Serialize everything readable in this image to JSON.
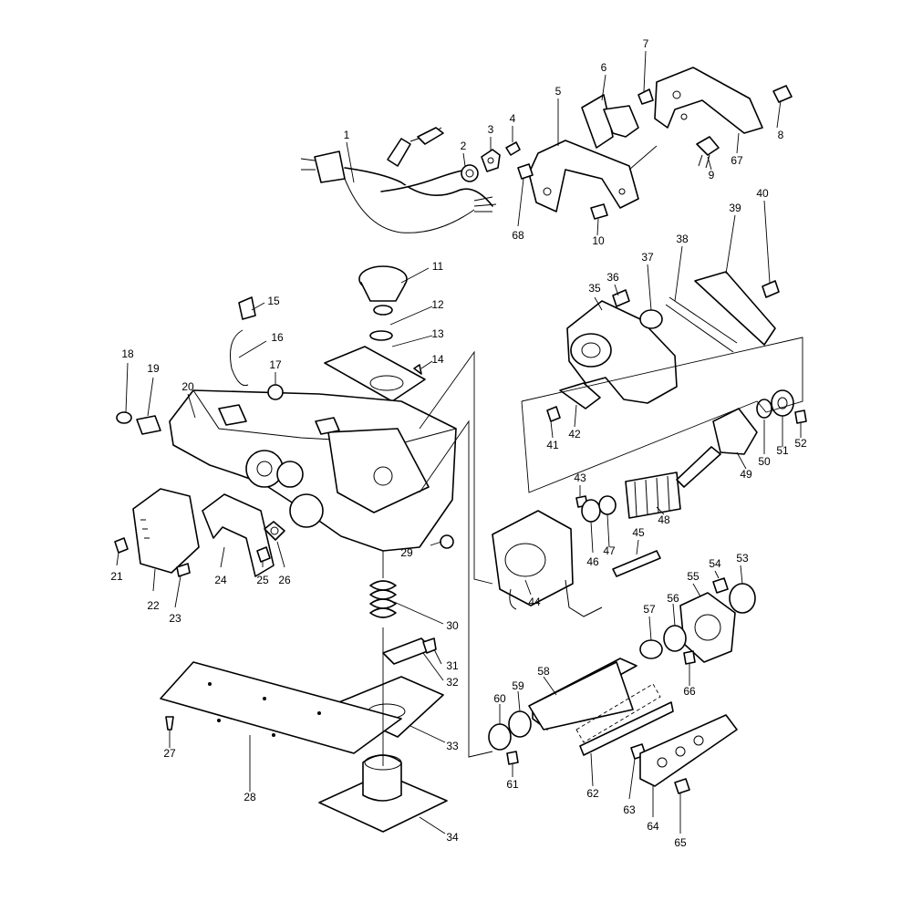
{
  "callouts": [
    "1",
    "2",
    "3",
    "4",
    "5",
    "6",
    "7",
    "8",
    "9",
    "10",
    "11",
    "12",
    "13",
    "14",
    "15",
    "16",
    "17",
    "18",
    "19",
    "20",
    "21",
    "22",
    "23",
    "24",
    "25",
    "26",
    "27",
    "28",
    "29",
    "30",
    "31",
    "32",
    "33",
    "34",
    "35",
    "36",
    "37",
    "38",
    "39",
    "40",
    "41",
    "42",
    "43",
    "44",
    "45",
    "46",
    "47",
    "48",
    "49",
    "50",
    "51",
    "52",
    "53",
    "54",
    "55",
    "56",
    "57",
    "58",
    "59",
    "60",
    "61",
    "62",
    "63",
    "64",
    "65",
    "66",
    "67",
    "68"
  ]
}
